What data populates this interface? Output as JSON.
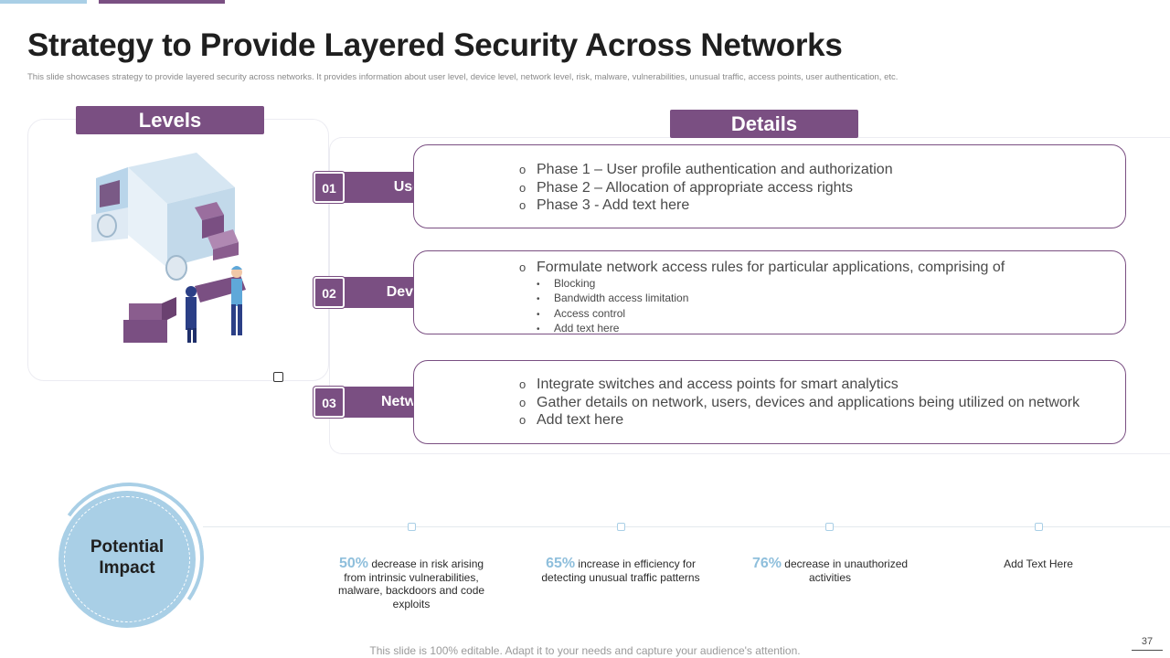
{
  "slide": {
    "title": "Strategy to Provide Layered Security Across Networks",
    "subtitle": "This slide showcases strategy to provide layered security across networks. It provides information about user level, device level, network level, risk, malware, vulnerabilities, unusual traffic, access points, user authentication, etc.",
    "levels_heading": "Levels",
    "details_heading": "Details",
    "footer_note": "This slide is 100% editable. Adapt it to your needs and capture your audience's attention.",
    "page_number": "37"
  },
  "rows": [
    {
      "number": "01",
      "name": "User",
      "items": [
        {
          "text": "Phase 1 – User profile authentication  and authorization",
          "sub": []
        },
        {
          "text": "Phase 2 – Allocation of appropriate access rights",
          "sub": []
        },
        {
          "text": "Phase 3 - Add text here",
          "sub": []
        }
      ]
    },
    {
      "number": "02",
      "name": "Device",
      "items": [
        {
          "text": "Formulate network access rules for particular applications, comprising of",
          "sub": [
            "Blocking",
            "Bandwidth access limitation",
            "Access control",
            "Add text here"
          ]
        }
      ]
    },
    {
      "number": "03",
      "name": "Network",
      "items": [
        {
          "text": "Integrate switches and access points for smart analytics",
          "sub": []
        },
        {
          "text": "Gather details on network, users, devices and applications being utilized on network",
          "sub": []
        },
        {
          "text": "Add text here",
          "sub": []
        }
      ]
    }
  ],
  "impact": {
    "label_line1": "Potential",
    "label_line2": "Impact",
    "stats": [
      {
        "pct": "50%",
        "text": " decrease in risk arising from intrinsic vulnerabilities, malware, backdoors and code exploits"
      },
      {
        "pct": "65%",
        "text": " increase in efficiency for detecting unusual traffic patterns"
      },
      {
        "pct": "76%",
        "text": " decrease in unauthorized activities"
      },
      {
        "pct": "",
        "text": "Add Text Here"
      }
    ]
  },
  "icons": {
    "list_bullet": "o",
    "sub_bullet": "•",
    "illustration": "delivery-truck-illustration"
  },
  "colors": {
    "accent_purple": "#7a4f82",
    "accent_blue": "#a9cfe6"
  }
}
